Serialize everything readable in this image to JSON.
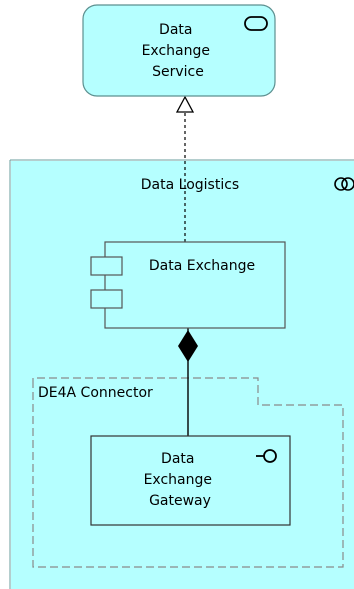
{
  "colors": {
    "service_fill": "#b5ffff",
    "service_stroke": "#5c8f8f",
    "group_fill": "#b5ffff",
    "group_stroke": "#6a9e9e",
    "component_fill": "#b5ffff",
    "component_stroke": "#555555",
    "interface_fill": "#b5ffff",
    "interface_stroke": "#333333",
    "connector_group_stroke": "#8a8a8a",
    "edge": "#000000"
  },
  "diagram": {
    "service": {
      "label_lines": [
        "Data",
        "Exchange",
        "Service"
      ],
      "icon": "service-icon"
    },
    "logistics_group": {
      "label": "Data Logistics",
      "icon": "collaboration-icon"
    },
    "data_exchange": {
      "label": "Data Exchange",
      "icon": "component-icon"
    },
    "connector_group": {
      "label": "DE4A Connector"
    },
    "gateway": {
      "label_lines": [
        "Data",
        "Exchange",
        "Gateway"
      ],
      "icon": "interface-icon"
    },
    "relations": [
      {
        "type": "realization",
        "from": "data_exchange",
        "to": "service"
      },
      {
        "type": "composition",
        "from": "data_exchange",
        "to": "gateway"
      }
    ]
  }
}
